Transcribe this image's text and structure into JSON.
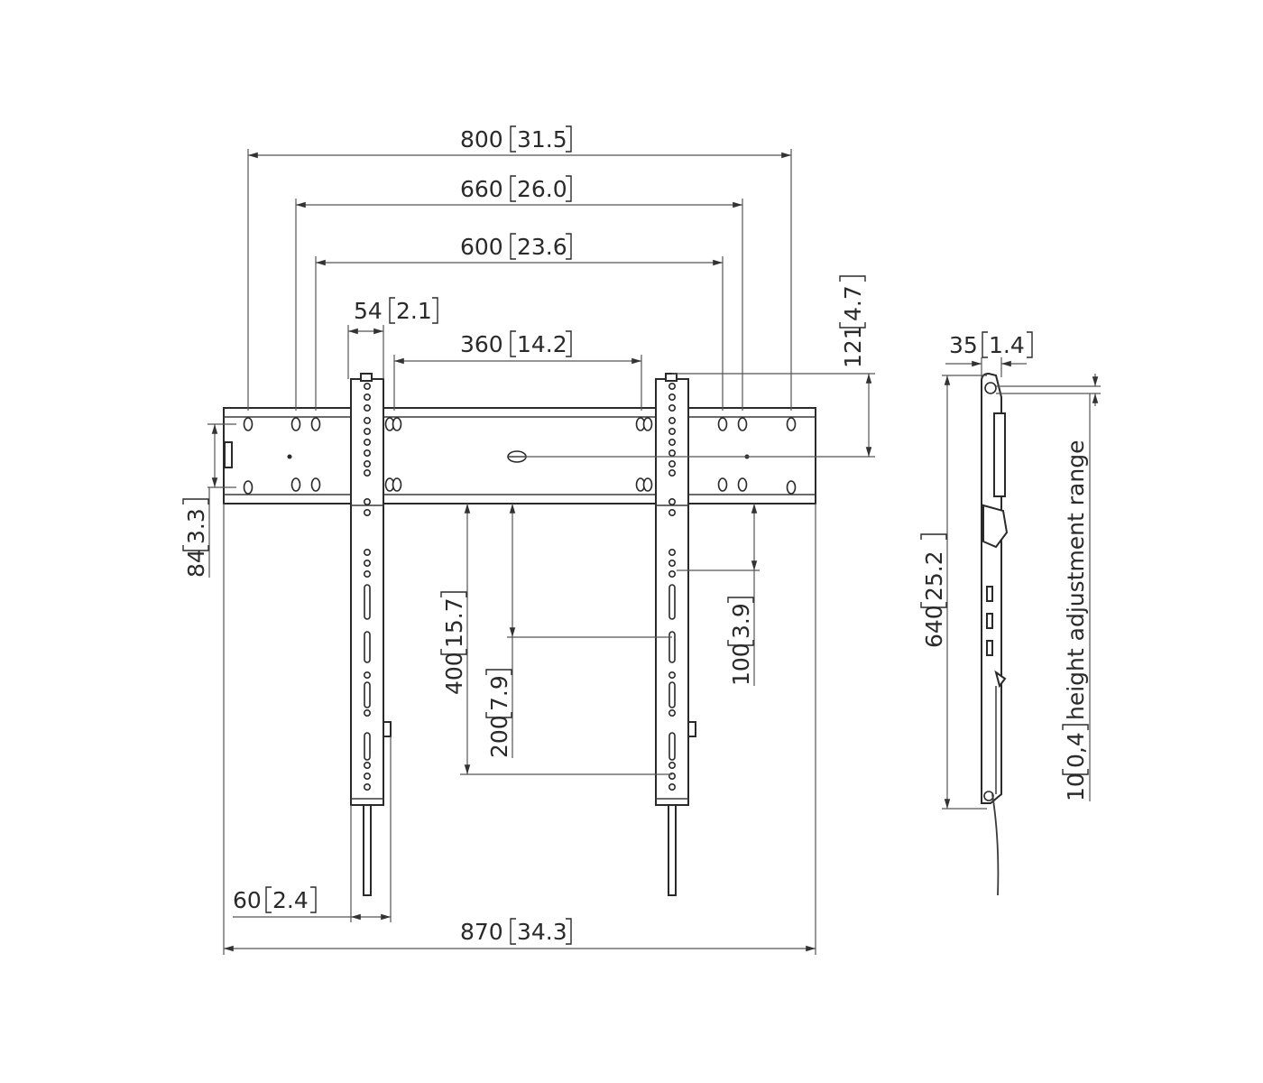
{
  "dimensions": {
    "d800": {
      "mm": "800",
      "in": "31.5"
    },
    "d660": {
      "mm": "660",
      "in": "26.0"
    },
    "d600": {
      "mm": "600",
      "in": "23.6"
    },
    "d54": {
      "mm": "54",
      "in": "2.1"
    },
    "d360": {
      "mm": "360",
      "in": "14.2"
    },
    "d121": {
      "mm": "121",
      "in": "4.7"
    },
    "d84": {
      "mm": "84",
      "in": "3.3"
    },
    "d400": {
      "mm": "400",
      "in": "15.7"
    },
    "d200": {
      "mm": "200",
      "in": "7.9"
    },
    "d100": {
      "mm": "100",
      "in": "3.9"
    },
    "d60": {
      "mm": "60",
      "in": "2.4"
    },
    "d870": {
      "mm": "870",
      "in": "34.3"
    },
    "d35": {
      "mm": "35",
      "in": "1.4"
    },
    "d640": {
      "mm": "640",
      "in": "25.2"
    },
    "d10": {
      "mm": "10",
      "in": "0,4",
      "note": "height adjustment range"
    }
  }
}
